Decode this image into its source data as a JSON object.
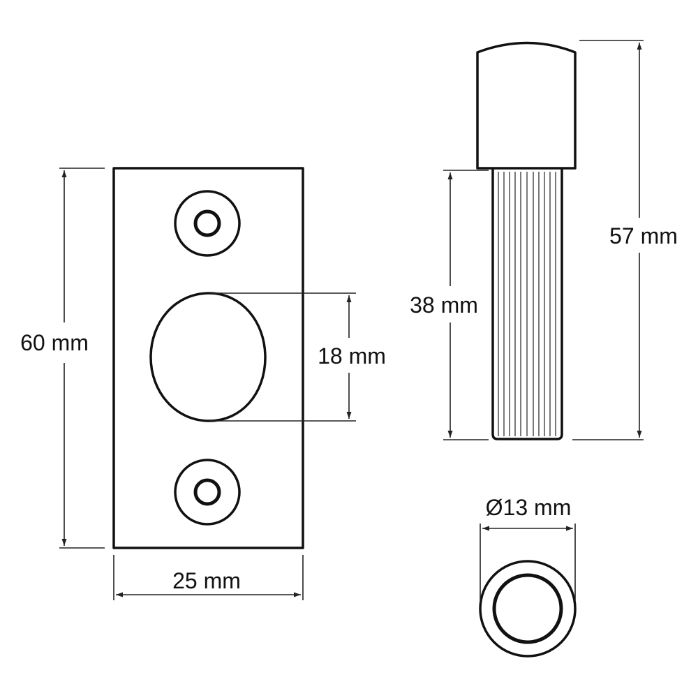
{
  "dimensions": {
    "plate_height": "60 mm",
    "plate_width": "25 mm",
    "recess_height": "18 mm",
    "bolt_body_length": "38 mm",
    "bolt_total_length": "57 mm",
    "bolt_diameter": "Ø13 mm"
  }
}
